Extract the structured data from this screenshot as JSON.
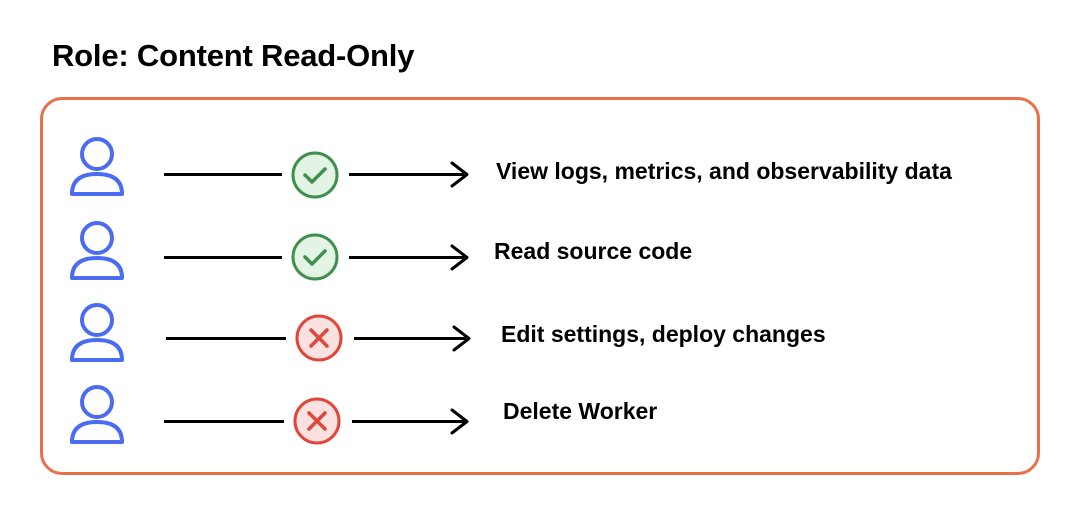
{
  "title": "Role: Content Read-Only",
  "colors": {
    "frame": "#e8704a",
    "person": "#4a6cf2",
    "allowed_stroke": "#3f8f4f",
    "allowed_fill": "#e3f4e4",
    "denied_stroke": "#e0463a",
    "denied_fill": "#fbe1df"
  },
  "permissions": [
    {
      "label": "View logs, metrics, and observability data",
      "status": "allowed",
      "icon": "check-circle-icon"
    },
    {
      "label": "Read source code",
      "status": "allowed",
      "icon": "check-circle-icon"
    },
    {
      "label": "Edit settings, deploy changes",
      "status": "denied",
      "icon": "x-circle-icon"
    },
    {
      "label": "Delete Worker",
      "status": "denied",
      "icon": "x-circle-icon"
    }
  ]
}
